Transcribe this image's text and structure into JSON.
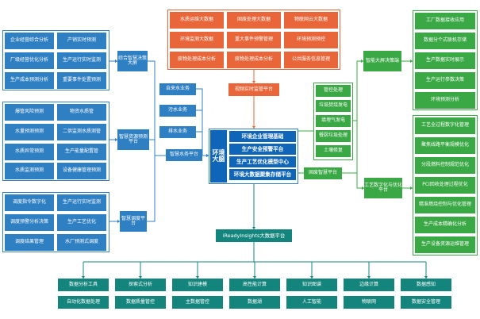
{
  "center": {
    "title": "环境大脑",
    "items": [
      "环境企业管理基础",
      "生产安全预警平台",
      "生产工艺优化模型中心",
      "环境大数据聚集存储平台"
    ]
  },
  "top": {
    "hub": "视频实时监管平台",
    "items": [
      "水质运维大数据",
      "固废处理大数据",
      "物联网云大数据",
      "环境监测大数据",
      "重大事件预警管理",
      "环境预测预控",
      "废物处理成本分析",
      "废物处理成本分析",
      "公共服务信息管理"
    ]
  },
  "left": {
    "g1": {
      "hub": "综合智慧决策大屏",
      "items": [
        "企业经营综合分析",
        "产销实时预测",
        "厂级经营优化分析",
        "生产运行实时监测",
        "生产成本预测分析",
        "重要事件处置预测"
      ]
    },
    "services": [
      "自来水业务",
      "污水业务",
      "排水业务"
    ],
    "g2": {
      "hub": "智慧资源预测平台",
      "items": [
        "爆管风险预测",
        "物资水质管",
        "水量预测预测",
        "二供监测水质测管",
        "水质异常预测",
        "生产能量配置管",
        "水质监测预测",
        "设备健康管理预测"
      ]
    },
    "g2_link": "智慧水务平台",
    "g3": {
      "hub": "智慧调度平台",
      "items": [
        "调度指令数字化",
        "生产运行实时监测",
        "调度预警分析决策",
        "生产工艺优化",
        "调度结果管理",
        "水厂预测式调度"
      ]
    }
  },
  "right": {
    "ops": [
      "管控处理",
      "垃圾焚烧发电",
      "填埋气发电",
      "餐厨垃圾处理",
      "土壤修复"
    ],
    "g1": {
      "hub": "智能大屏决策端",
      "items": [
        "工厂数据接收应用",
        "数据分个式联机存储",
        "生产数据实时展示",
        "生产运行参数决策",
        "环境预测分析"
      ]
    },
    "link": "固废智慧平台",
    "g2": {
      "hub": "工艺数字化与优化平台",
      "items": [
        "工艺全过程数字化管理",
        "聚焦线路平衡规模优化",
        "分段燃料控制规范优化",
        "PCI回收处理过程优化",
        "精准燃烧控制与优化管理",
        "生产成本精确化分析",
        "生产设备资源运维管理"
      ]
    }
  },
  "bottom": {
    "hub": "iReadyInsights大数据平台",
    "columns": [
      [
        "数据分析工具",
        "自动化数据处理"
      ],
      [
        "探索式分析",
        "数据质量管控"
      ],
      [
        "知识建模",
        "主数据管控"
      ],
      [
        "高性能计算",
        "数据湖"
      ],
      [
        "知识图谱",
        "人工智能"
      ],
      [
        "边缘计算",
        "物联网"
      ],
      [
        "数据感知",
        "数据安全管理"
      ]
    ]
  },
  "colors": {
    "blue": "#2f7fc3",
    "orange": "#e8663a",
    "green": "#3aa844",
    "teal": "#14857d",
    "core": "#0f65b8"
  }
}
